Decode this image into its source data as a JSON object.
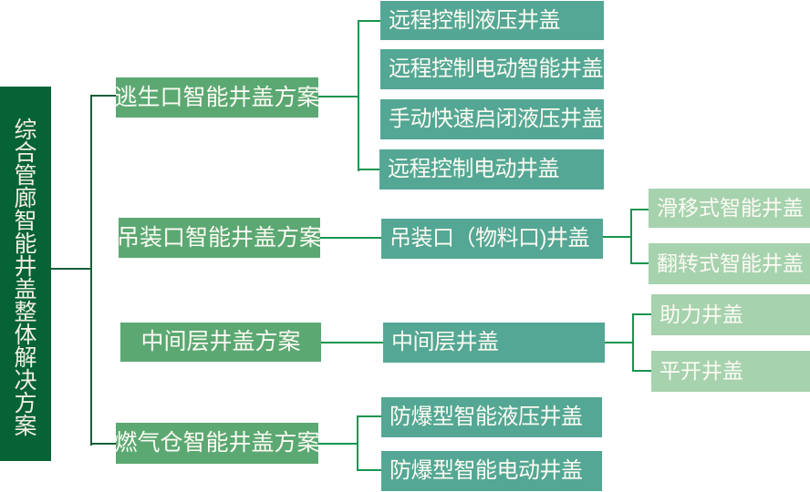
{
  "diagram": {
    "type": "tree",
    "orientation": "left-to-right",
    "root": {
      "label": "综合管廊智能井盖整体解决方案"
    },
    "branches": [
      {
        "label": "逃生口智能井盖方案",
        "children": [
          {
            "label": "远程控制液压井盖"
          },
          {
            "label": "远程控制电动智能井盖"
          },
          {
            "label": "手动快速启闭液压井盖"
          },
          {
            "label": "远程控制电动井盖"
          }
        ]
      },
      {
        "label": "吊装口智能井盖方案",
        "children": [
          {
            "label": "吊装口（物料口)井盖",
            "children": [
              {
                "label": "滑移式智能井盖"
              },
              {
                "label": "翻转式智能井盖"
              }
            ]
          }
        ]
      },
      {
        "label": "中间层井盖方案",
        "children": [
          {
            "label": "中间层井盖",
            "children": [
              {
                "label": "助力井盖"
              },
              {
                "label": "平开井盖"
              }
            ]
          }
        ]
      },
      {
        "label": "燃气仓智能井盖方案",
        "children": [
          {
            "label": "防爆型智能液压井盖"
          },
          {
            "label": "防爆型智能电动井盖"
          }
        ]
      }
    ],
    "colors": {
      "root_bg": "#056336",
      "level2_bg": "#5ba873",
      "level3_bg": "#54a794",
      "level4_bg": "#a6d2ae",
      "line_dark": "#175e39",
      "line_bright": "#16954f",
      "text": "#fcfbf3"
    }
  }
}
